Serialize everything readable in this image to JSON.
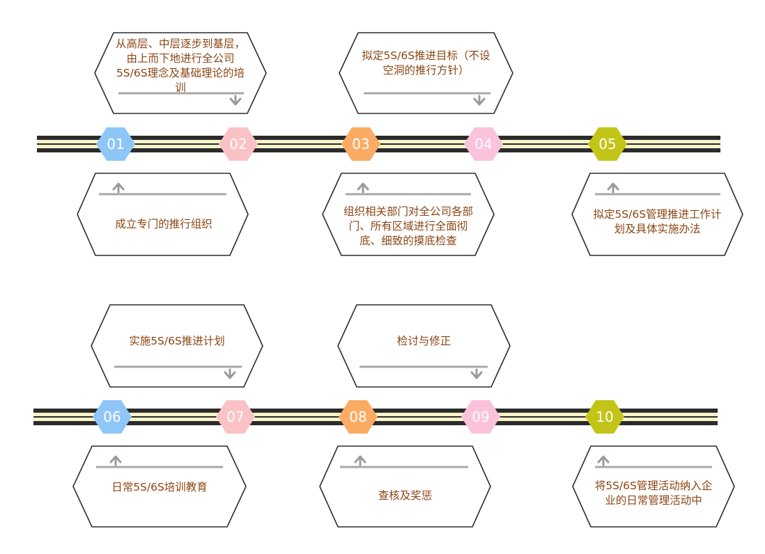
{
  "colors": {
    "track_dark": "#2b2b2b",
    "track_light": "#f6f3c8",
    "box_stroke": "#2b2b2b",
    "divider": "#a8a8a8",
    "text": "#8b4513"
  },
  "steps": [
    {
      "number": "01",
      "text": "成立专门的推行组织",
      "color": "#8ec6f7",
      "placement": "below"
    },
    {
      "number": "02",
      "text": "从高层、中层逐步到基层，由上而下地进行全公司5S/6S理念及基础理论的培训",
      "color": "#fbc2c6",
      "placement": "above"
    },
    {
      "number": "03",
      "text": "组织相关部门对全公司各部门、所有区域进行全面彻底、细致的摸底检查",
      "color": "#fbab64",
      "placement": "below"
    },
    {
      "number": "04",
      "text": "拟定5S/6S推进目标（不设空洞的推行方针）",
      "color": "#fbc2dc",
      "placement": "above"
    },
    {
      "number": "05",
      "text": "拟定5S/6S管理推进工作计划及具体实施办法",
      "color": "#c3c418",
      "placement": "below"
    },
    {
      "number": "06",
      "text": "日常5S/6S培训教育",
      "color": "#8ec6f7",
      "placement": "below"
    },
    {
      "number": "07",
      "text": "实施5S/6S推进计划",
      "color": "#fbc2c6",
      "placement": "above"
    },
    {
      "number": "08",
      "text": "查核及奖惩",
      "color": "#fbab64",
      "placement": "below"
    },
    {
      "number": "09",
      "text": "检讨与修正",
      "color": "#fbc2dc",
      "placement": "above"
    },
    {
      "number": "10",
      "text": "将5S/6S管理活动纳入企业的日常管理活动中",
      "color": "#c3c418",
      "placement": "below"
    }
  ]
}
